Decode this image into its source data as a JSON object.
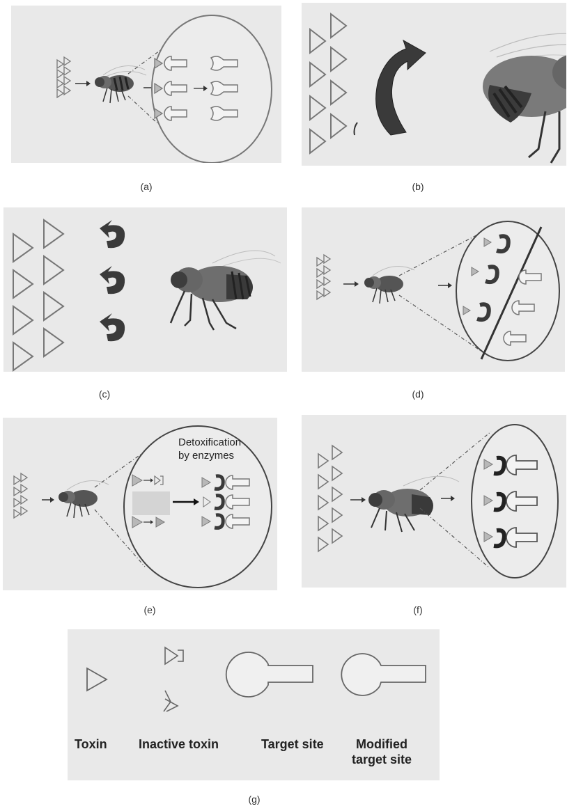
{
  "figure": {
    "panel_labels": [
      "(a)",
      "(b)",
      "(c)",
      "(d)",
      "(e)",
      "(f)",
      "(g)"
    ],
    "panel_e": {
      "callout_line1": "Detoxification",
      "callout_line2": "by enzymes"
    },
    "legend": {
      "items": [
        {
          "label_line1": "Toxin",
          "label_line2": ""
        },
        {
          "label_line1": "Inactive toxin",
          "label_line2": ""
        },
        {
          "label_line1": "Target site",
          "label_line2": ""
        },
        {
          "label_line1": "Modified",
          "label_line2": "target site"
        }
      ]
    }
  },
  "colors": {
    "panel_bg": "#e9e9e9",
    "triangle_stroke": "#6a6a6a",
    "arrow_dark": "#3a3a3a",
    "fly_body": "#6e6e6e",
    "fly_dark": "#2f2f2f",
    "caption": "#333333"
  }
}
